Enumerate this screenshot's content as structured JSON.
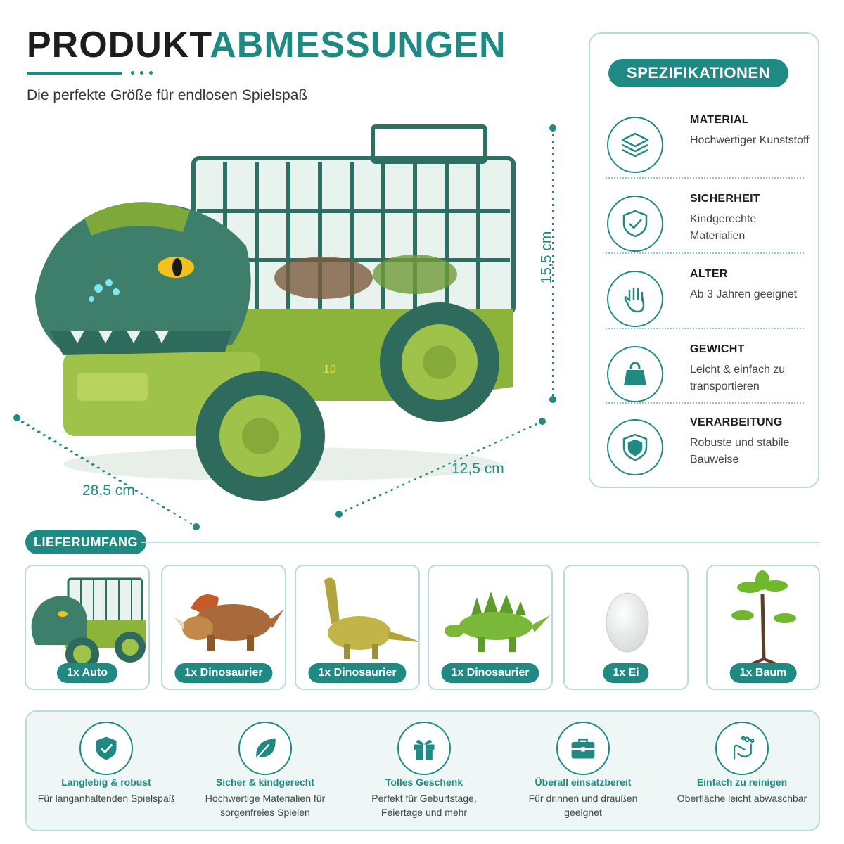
{
  "header": {
    "title_dark": "PRODUKT",
    "title_accent": "ABMESSUNGEN",
    "subtitle": "Die perfekte Größe für endlosen Spielspaß"
  },
  "dimensions": {
    "height": "15,5 cm",
    "width": "12,5 cm",
    "length": "28,5 cm"
  },
  "specs": {
    "title": "SPEZIFIKATIONEN",
    "items": [
      {
        "label": "MATERIAL",
        "value": "Hochwertiger Kunststoff",
        "icon": "layers-icon"
      },
      {
        "label": "SICHERHEIT",
        "value": "Kindgerechte Materialien",
        "icon": "shield-check-icon"
      },
      {
        "label": "ALTER",
        "value": "Ab 3 Jahren geeignet",
        "icon": "hand-icon"
      },
      {
        "label": "GEWICHT",
        "value": "Leicht & einfach zu transportieren",
        "icon": "weight-icon"
      },
      {
        "label": "VERARBEITUNG",
        "value": "Robuste und stabile Bauweise",
        "icon": "shield-icon"
      }
    ]
  },
  "scope": {
    "title": "LIEFERUMFANG",
    "items": [
      {
        "label": "1x Auto"
      },
      {
        "label": "1x Dinosaurier"
      },
      {
        "label": "1x Dinosaurier"
      },
      {
        "label": "1x Dinosaurier"
      },
      {
        "label": "1x Ei"
      },
      {
        "label": "1x Baum"
      }
    ]
  },
  "features": [
    {
      "title": "Langlebig & robust",
      "desc": "Für langanhaltenden Spielspaß",
      "icon": "shield-check-icon"
    },
    {
      "title": "Sicher & kindgerecht",
      "desc": "Hochwertige Materialien für sorgenfreies Spielen",
      "icon": "leaf-icon"
    },
    {
      "title": "Tolles Geschenk",
      "desc": "Perfekt für Geburtstage, Feiertage und mehr",
      "icon": "gift-icon"
    },
    {
      "title": "Überall einsatzbereit",
      "desc": "Für drinnen und draußen geeignet",
      "icon": "suitcase-icon"
    },
    {
      "title": "Einfach zu reinigen",
      "desc": "Oberfläche leicht abwaschbar",
      "icon": "washing-hands-icon"
    }
  ],
  "colors": {
    "accent": "#1f8a83",
    "border": "#b9dcd8",
    "truck_green": "#8cb43a",
    "truck_dark": "#2e6b5c"
  }
}
